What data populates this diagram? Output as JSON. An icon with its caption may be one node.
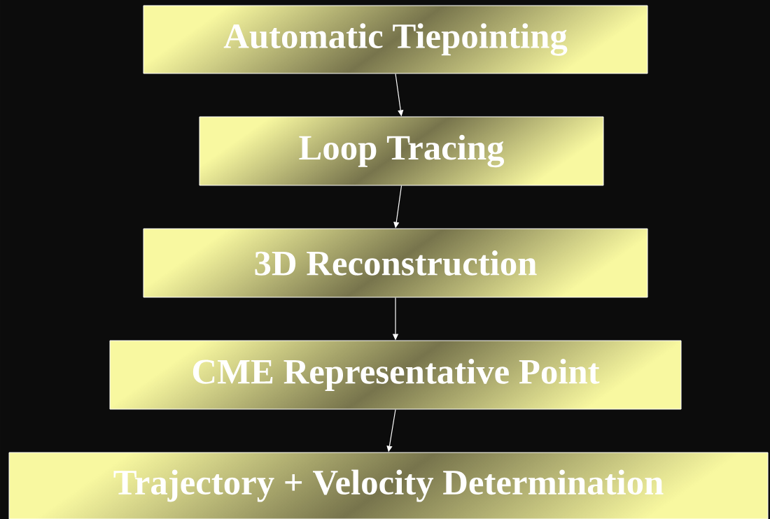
{
  "diagram": {
    "nodes": [
      {
        "text": [
          "Automatic Tiepointing"
        ]
      },
      {
        "text": [
          "Loop Tracing"
        ]
      },
      {
        "text": [
          "3D Reconstruction"
        ]
      },
      {
        "text": [
          "CME Representative Point"
        ]
      },
      {
        "text": [
          "Trajectory + Velocity Determination"
        ]
      }
    ],
    "edges": [
      {
        "from": 0,
        "to": 1,
        "arrow": "to"
      },
      {
        "from": 1,
        "to": 2,
        "arrow": "to"
      },
      {
        "from": 2,
        "to": 3,
        "arrow": "to"
      },
      {
        "from": 3,
        "to": 4,
        "arrow": "to"
      }
    ]
  }
}
